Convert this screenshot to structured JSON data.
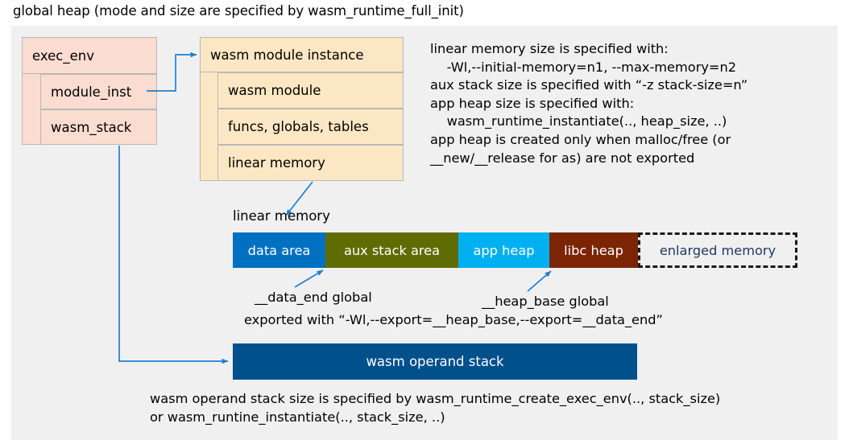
{
  "title": "global heap (mode and size are specified by wasm_runtime_full_init)",
  "exec_env": {
    "header": "exec_env",
    "rows": [
      "module_inst",
      "wasm_stack"
    ],
    "fill": "#fadcd0"
  },
  "module_instance": {
    "header": "wasm module instance",
    "rows": [
      "wasm module",
      "funcs, globals, tables",
      "linear memory"
    ],
    "fill": "#fce7c4"
  },
  "notes": {
    "text": "linear memory size is specified with:\n    -Wl,--initial-memory=n1, --max-memory=n2\naux stack size is specified with “-z stack-size=n”\napp heap size is specified with:\n    wasm_runtime_instantiate(.., heap_size, ..)\napp heap is created only when malloc/free (or\n__new/__release for as) are not exported"
  },
  "linear_memory": {
    "label": "linear memory",
    "segments": [
      {
        "label": "data area",
        "fill": "#0070c0",
        "text": "#ffffff",
        "width": 115
      },
      {
        "label": "aux stack area",
        "fill": "#5f6c04",
        "text": "#ffffff",
        "width": 165
      },
      {
        "label": "app heap",
        "fill": "#00b0f0",
        "text": "#ffffff",
        "width": 113
      },
      {
        "label": "libc heap",
        "fill": "#7b2504",
        "text": "#ffffff",
        "width": 110
      },
      {
        "label": "enlarged memory",
        "fill": "#f0f0f0",
        "text": "#1f3864",
        "width": 198,
        "dashed": true
      }
    ]
  },
  "annotations": {
    "data_end": "__data_end global",
    "heap_base": "__heap_base global",
    "exported_with": "exported with “-Wl,--export=__heap_base,--export=__data_end”"
  },
  "operand_stack": {
    "label": "wasm operand stack",
    "fill": "#00508c",
    "caption": "wasm operand stack size is specified by wasm_runtime_create_exec_env(.., stack_size)\nor wasm_runtine_instantiate(.., stack_size, ..)"
  },
  "colors": {
    "arrow": "#1f7fd0",
    "panel": "#f0f0f0",
    "border": "#b8b8b8"
  }
}
